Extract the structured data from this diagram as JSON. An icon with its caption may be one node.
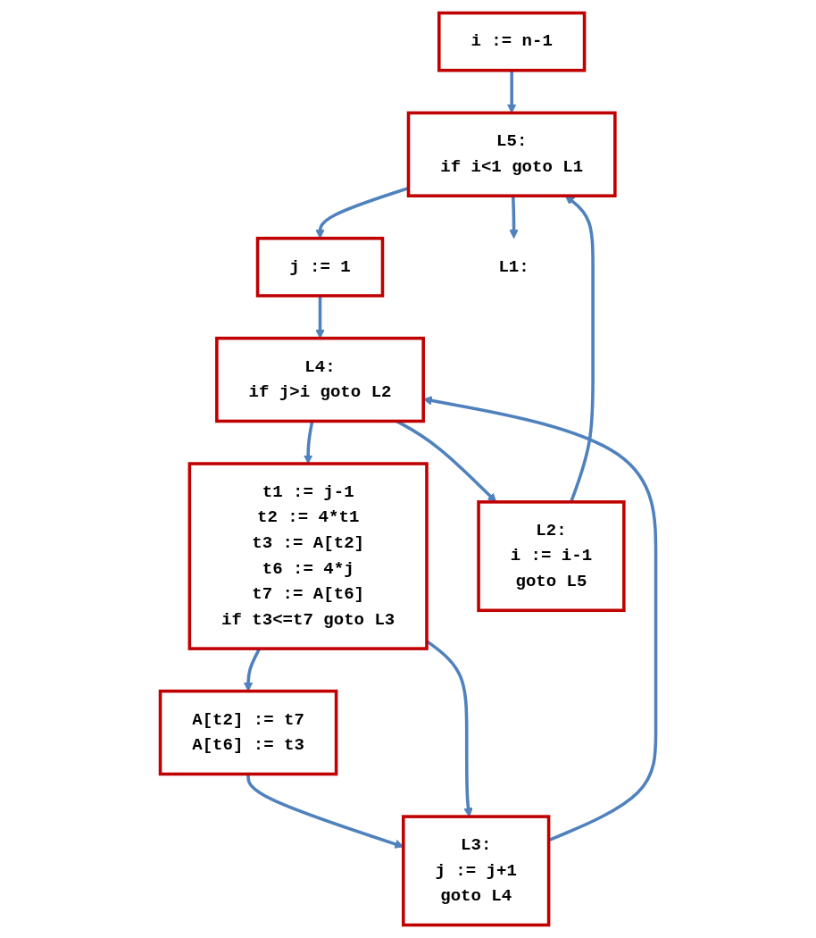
{
  "diagram": {
    "nodes": [
      {
        "text": [
          "i := n-1"
        ]
      },
      {
        "text": [
          "L5:",
          "if i<1 goto L1"
        ]
      },
      {
        "text": [
          "j := 1"
        ]
      },
      {
        "text": [
          "L4:",
          "if j>i goto L2"
        ]
      },
      {
        "text": [
          "t1 := j-1",
          "t2 := 4*t1",
          "t3 := A[t2]",
          "t6 := 4*j",
          "t7 := A[t6]",
          "if t3<=t7 goto L3"
        ]
      },
      {
        "text": [
          "A[t2] := t7",
          "A[t6] := t3"
        ]
      },
      {
        "text": [
          "L3:",
          "j := j+1",
          "goto L4"
        ]
      },
      {
        "text": [
          "L2:",
          "i := i-1",
          "goto L5"
        ]
      },
      {
        "text": [
          "L1:"
        ]
      }
    ],
    "edges": [
      {
        "from": 0,
        "to": 1,
        "arrow": "to"
      },
      {
        "from": 1,
        "to": 2,
        "arrow": "to"
      },
      {
        "from": 2,
        "to": 3,
        "arrow": "to"
      },
      {
        "from": 3,
        "to": 4,
        "arrow": "to"
      },
      {
        "from": 4,
        "to": 5,
        "arrow": "to"
      },
      {
        "from": 5,
        "to": 6,
        "arrow": "to"
      },
      {
        "from": 4,
        "to": 6,
        "arrow": "to"
      },
      {
        "from": 6,
        "to": 3,
        "arrow": "to"
      },
      {
        "from": 3,
        "to": 7,
        "arrow": "to"
      },
      {
        "from": 7,
        "to": 1,
        "arrow": "to"
      },
      {
        "from": 1,
        "to": 8,
        "arrow": "to"
      }
    ]
  }
}
